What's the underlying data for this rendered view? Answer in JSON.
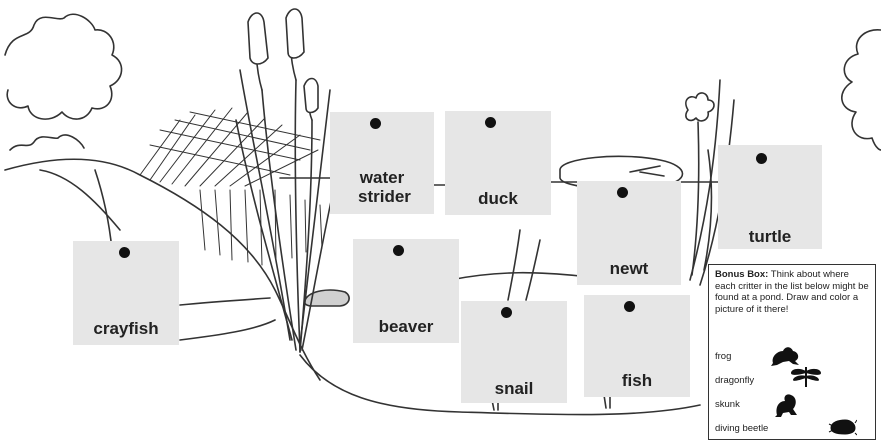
{
  "labels": {
    "water_strider": "water strider",
    "duck": "duck",
    "turtle": "turtle",
    "newt": "newt",
    "crayfish": "crayfish",
    "beaver": "beaver",
    "snail": "snail",
    "fish": "fish"
  },
  "bonus_box": {
    "title": "Bonus Box:",
    "text": "Think about where each critter in the list below might be found at a pond. Draw and color a picture of it there!",
    "critters": [
      "frog",
      "dragonfly",
      "skunk",
      "diving beetle"
    ]
  },
  "colors": {
    "card": "#e6e6e6",
    "ink": "#222222",
    "line": "#333333"
  }
}
